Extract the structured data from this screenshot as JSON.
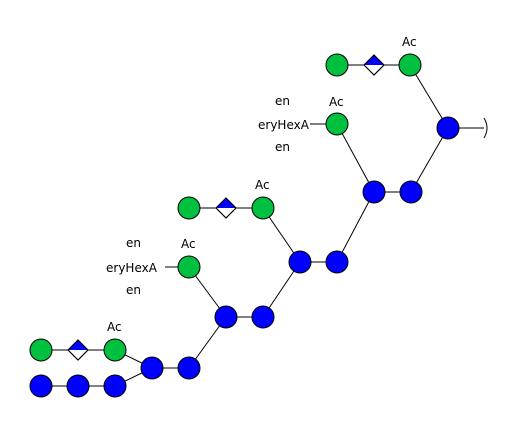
{
  "colors": {
    "hexnac": "#0000ff",
    "hex": "#00c040",
    "sia_fill": "#0000ff",
    "sia_white": "#ffffff",
    "edge": "#000000"
  },
  "labels": {
    "ac": "Ac",
    "en": "en",
    "eryhexa": "eryHexA"
  },
  "residue_types": {
    "blue_circle": "blue-circle",
    "green_circle": "green-circle",
    "half_blue_diamond": "half-blue-diamond"
  }
}
